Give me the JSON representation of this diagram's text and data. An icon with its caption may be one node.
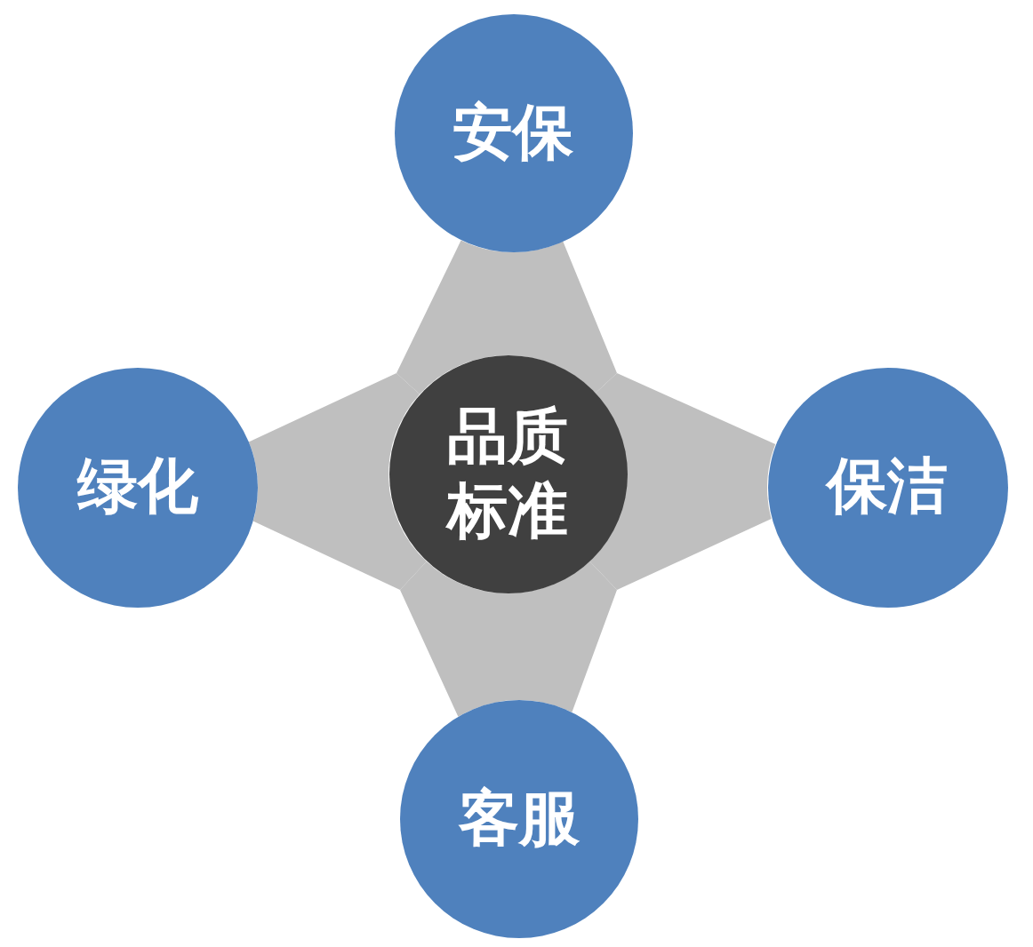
{
  "diagram": {
    "nodes": [
      {
        "text": [
          "安保"
        ]
      },
      {
        "text": [
          "绿化"
        ]
      },
      {
        "text": [
          "品质标准"
        ]
      },
      {
        "text": [
          "保洁"
        ]
      },
      {
        "text": [
          "客服"
        ]
      }
    ],
    "edges": [
      {
        "from": 2,
        "to": 0,
        "arrow": "none"
      },
      {
        "from": 2,
        "to": 1,
        "arrow": "none"
      },
      {
        "from": 2,
        "to": 3,
        "arrow": "none"
      },
      {
        "from": 2,
        "to": 4,
        "arrow": "none"
      }
    ]
  }
}
